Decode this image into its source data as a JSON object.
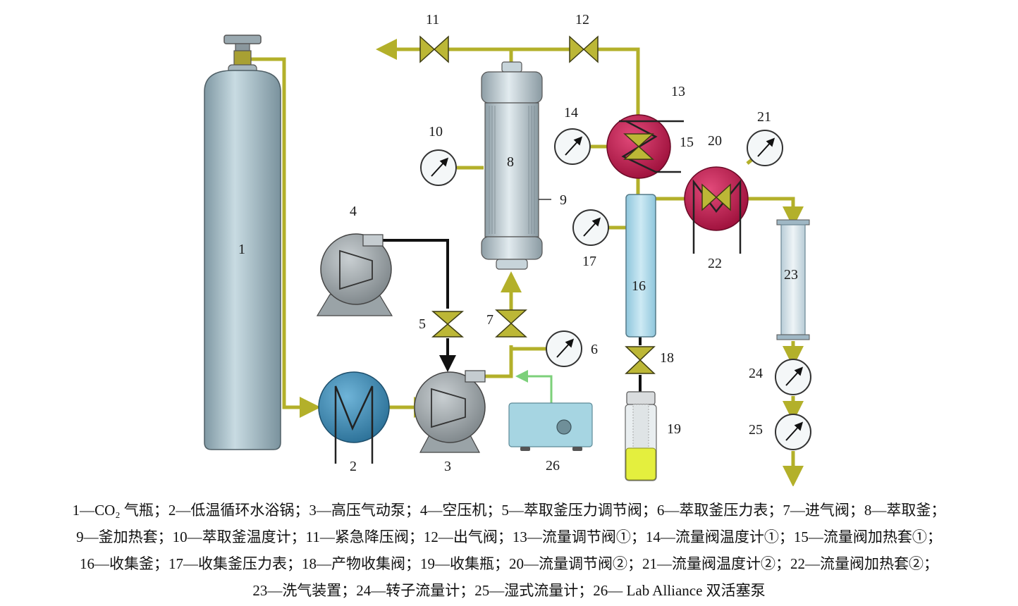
{
  "labels": {
    "n1": "1",
    "n2": "2",
    "n3": "3",
    "n4": "4",
    "n5": "5",
    "n6": "6",
    "n7": "7",
    "n8": "8",
    "n9": "9",
    "n10": "10",
    "n11": "11",
    "n12": "12",
    "n13": "13",
    "n14": "14",
    "n15": "15",
    "n16": "16",
    "n17": "17",
    "n18": "18",
    "n19": "19",
    "n20": "20",
    "n21": "21",
    "n22": "22",
    "n23": "23",
    "n24": "24",
    "n25": "25",
    "n26": "26"
  },
  "caption": {
    "line1": "1—CO₂ 气瓶；2—低温循环水浴锅；3—高压气动泵；4—空压机；5—萃取釜压力调节阀；6—萃取釜压力表；7—进气阀；8—萃取釜；",
    "line2": "9—釜加热套；10—萃取釜温度计；11—紧急降压阀；12—出气阀；13—流量调节阀①；14—流量阀温度计①；15—流量阀加热套①；",
    "line3": "16—收集釜；17—收集釜压力表；18—产物收集阀；19—收集瓶；20—流量调节阀②；21—流量阀温度计②；22—流量阀加热套②；",
    "line4": "23—洗气装置；24—转子流量计；25—湿式流量计；26— Lab Alliance  双活塞泵"
  },
  "colors": {
    "pipe": "#b3b02a",
    "cylinder": "#9fb5bf",
    "chiller": "#3f8fb8",
    "heater": "#c0144a",
    "vessel": "#a8d4e6",
    "liquid": "#e4ef3e"
  }
}
